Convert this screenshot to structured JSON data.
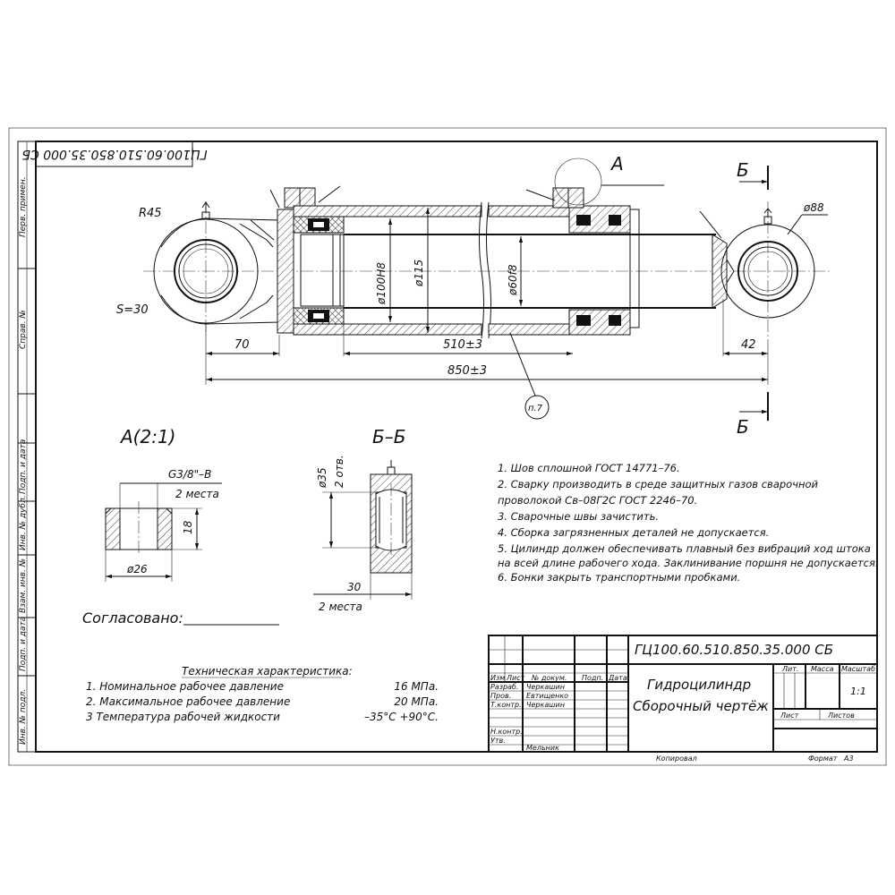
{
  "stamp_code_rotated": "ГЦ100.60.510.850.35.000 СБ",
  "side_columns": [
    "Перв. примен.",
    "Справ. №",
    "Подп. и дата",
    "Инв. № дубл.",
    "Взам. инв. №",
    "Подп. и дата",
    "Инв. № подл."
  ],
  "main_view": {
    "r45": "R45",
    "s30": "S=30",
    "view_a": "А",
    "section_b_top": "Б",
    "section_b_bottom": "Б",
    "d_bore": "ø100H8",
    "d_outer": "ø115",
    "d_rod": "ø60f8",
    "d_eye": "ø88",
    "dim_70": "70",
    "dim_510": "510±3",
    "dim_850": "850±3",
    "dim_42": "42",
    "note_ref": "п.7"
  },
  "detail_a": {
    "title": "А(2:1)",
    "thread": "G3/8\"–B",
    "qty": "2 места",
    "height": "18",
    "diameter": "ø26"
  },
  "section_bb": {
    "title": "Б–Б",
    "diameter": "ø35",
    "holes": "2 отв.",
    "width": "30",
    "qty": "2 места"
  },
  "notes": [
    "1. Шов сплошной ГОСТ 14771–76.",
    "2. Сварку производить в среде защитных газов сварочной",
    "проволокой Св–08Г2С ГОСТ 2246–70.",
    "3. Сварочные швы зачистить.",
    "4. Сборка загрязненных деталей не допускается.",
    "5. Цилиндр должен обеспечивать плавный без вибраций ход штока",
    "на всей длине рабочего хода. Заклинивание поршня не допускается.",
    "6. Бонки закрыть транспортными пробками."
  ],
  "agreed": "Согласовано:",
  "tech": {
    "title": "Техническая характеристика:",
    "rows": [
      {
        "label": "1. Номинальное рабочее давление",
        "value": "16 МПа."
      },
      {
        "label": "2. Максимальное рабочее давление",
        "value": "20 МПа."
      },
      {
        "label": "3 Температура рабочей жидкости",
        "value": "–35°С +90°С."
      }
    ]
  },
  "title_block": {
    "code": "ГЦ100.60.510.850.35.000 СБ",
    "name_line1": "Гидроцилиндр",
    "name_line2": "Сборочный чертёж",
    "head_izm": "Изм",
    "head_list": "Лист",
    "head_doc": "№ докум.",
    "head_podp": "Подп.",
    "head_date": "Дата",
    "row_razrab": "Разраб.",
    "row_prov": "Пров.",
    "row_tkontr": "Т.контр.",
    "row_nkontr": "Н.контр.",
    "row_utv": "Утв.",
    "name_razrab": "Черкашин",
    "name_prov": "Евтищенко",
    "name_tkontr": "Черкашин",
    "name_utv": "Мельник",
    "lit": "Лит.",
    "massa": "Масса",
    "masshtab": "Масштаб",
    "scale": "1:1",
    "list": "Лист",
    "listov": "Листов",
    "copied": "Копировал",
    "format_label": "Формат",
    "format": "А3"
  }
}
